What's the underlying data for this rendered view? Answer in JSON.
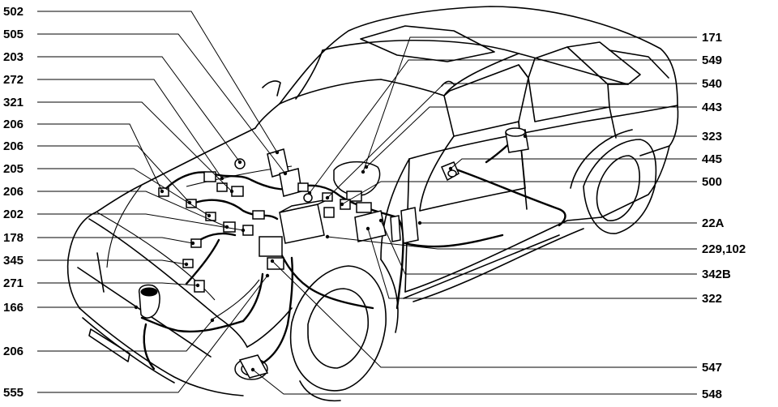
{
  "labels_left": [
    "502",
    "505",
    "203",
    "272",
    "321",
    "206",
    "206",
    "205",
    "206",
    "202",
    "178",
    "345",
    "271",
    "166",
    "206",
    "555"
  ],
  "labels_right": [
    "171",
    "549",
    "540",
    "443",
    "323",
    "445",
    "500",
    "22A",
    "229,102",
    "342B",
    "322",
    "547",
    "548"
  ]
}
